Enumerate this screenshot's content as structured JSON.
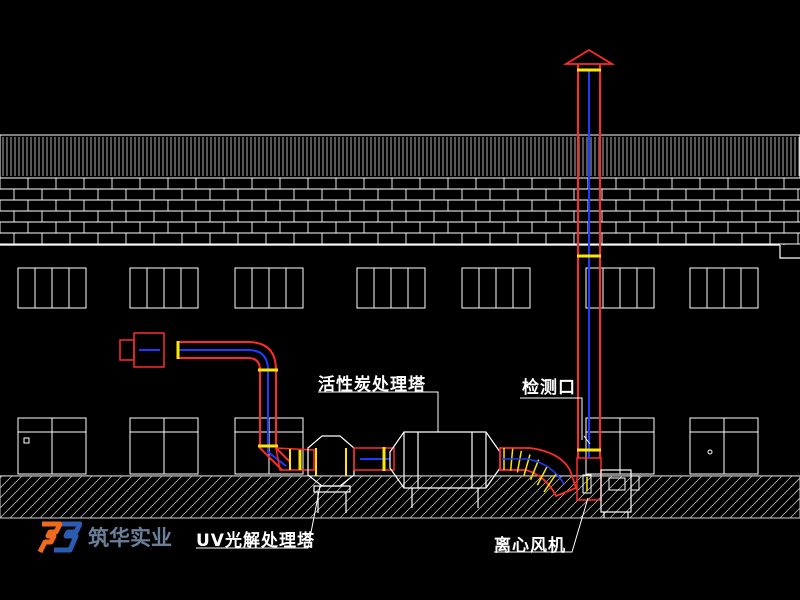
{
  "labels": {
    "carbon_tower": "活性炭处理塔",
    "inspection_port": "检测口",
    "uv_tower": "UV光解处理塔",
    "centrifugal_fan": "离心风机"
  },
  "watermark": {
    "text": "筑华实业"
  },
  "colors": {
    "background": "#000000",
    "building_line": "#ffffff",
    "duct_outer": "#ff2a2a",
    "duct_inner": "#1e3cff",
    "joint": "#ffe600",
    "logo_orange": "#f06a1e",
    "logo_blue": "#2a5db0"
  }
}
